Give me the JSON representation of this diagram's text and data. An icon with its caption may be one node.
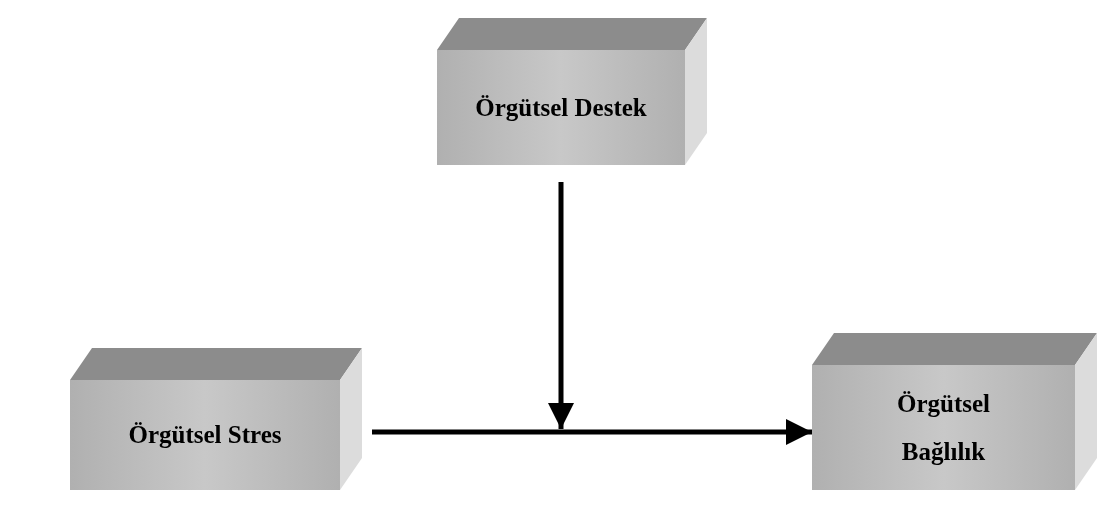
{
  "diagram": {
    "nodes": [
      {
        "text": [
          "Örgütsel Destek"
        ]
      },
      {
        "text": [
          "Örgütsel Stres"
        ]
      },
      {
        "text": [
          "Örgütsel Bağlılık"
        ]
      }
    ],
    "edges": [
      {
        "from": 1,
        "to": 2,
        "arrow": "to"
      },
      {
        "from": 0,
        "to": null,
        "arrow": "to"
      }
    ]
  }
}
